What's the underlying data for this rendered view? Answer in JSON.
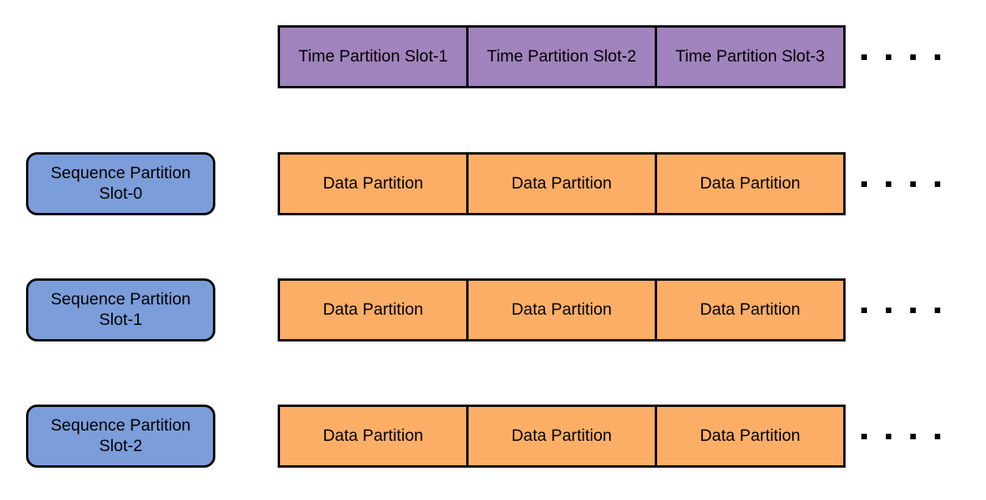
{
  "page": {
    "background": "#ffffff"
  },
  "colors": {
    "time_partition_fill": "#a183bd",
    "data_partition_fill": "#fcae66",
    "sequence_partition_fill": "#7b9dda",
    "border": "#000000",
    "text": "#000000"
  },
  "time_row": {
    "cells": [
      "Time Partition Slot-1",
      "Time Partition Slot-2",
      "Time Partition Slot-3"
    ]
  },
  "rows": [
    {
      "label_line1": "Sequence Partition",
      "label_line2": "Slot-0",
      "cells": [
        "Data Partition",
        "Data Partition",
        "Data Partition"
      ]
    },
    {
      "label_line1": "Sequence Partition",
      "label_line2": "Slot-1",
      "cells": [
        "Data Partition",
        "Data Partition",
        "Data Partition"
      ]
    },
    {
      "label_line1": "Sequence Partition",
      "label_line2": "Slot-2",
      "cells": [
        "Data Partition",
        "Data Partition",
        "Data Partition"
      ]
    }
  ],
  "ellipsis": {
    "dot_count": 4,
    "groups": 4
  }
}
